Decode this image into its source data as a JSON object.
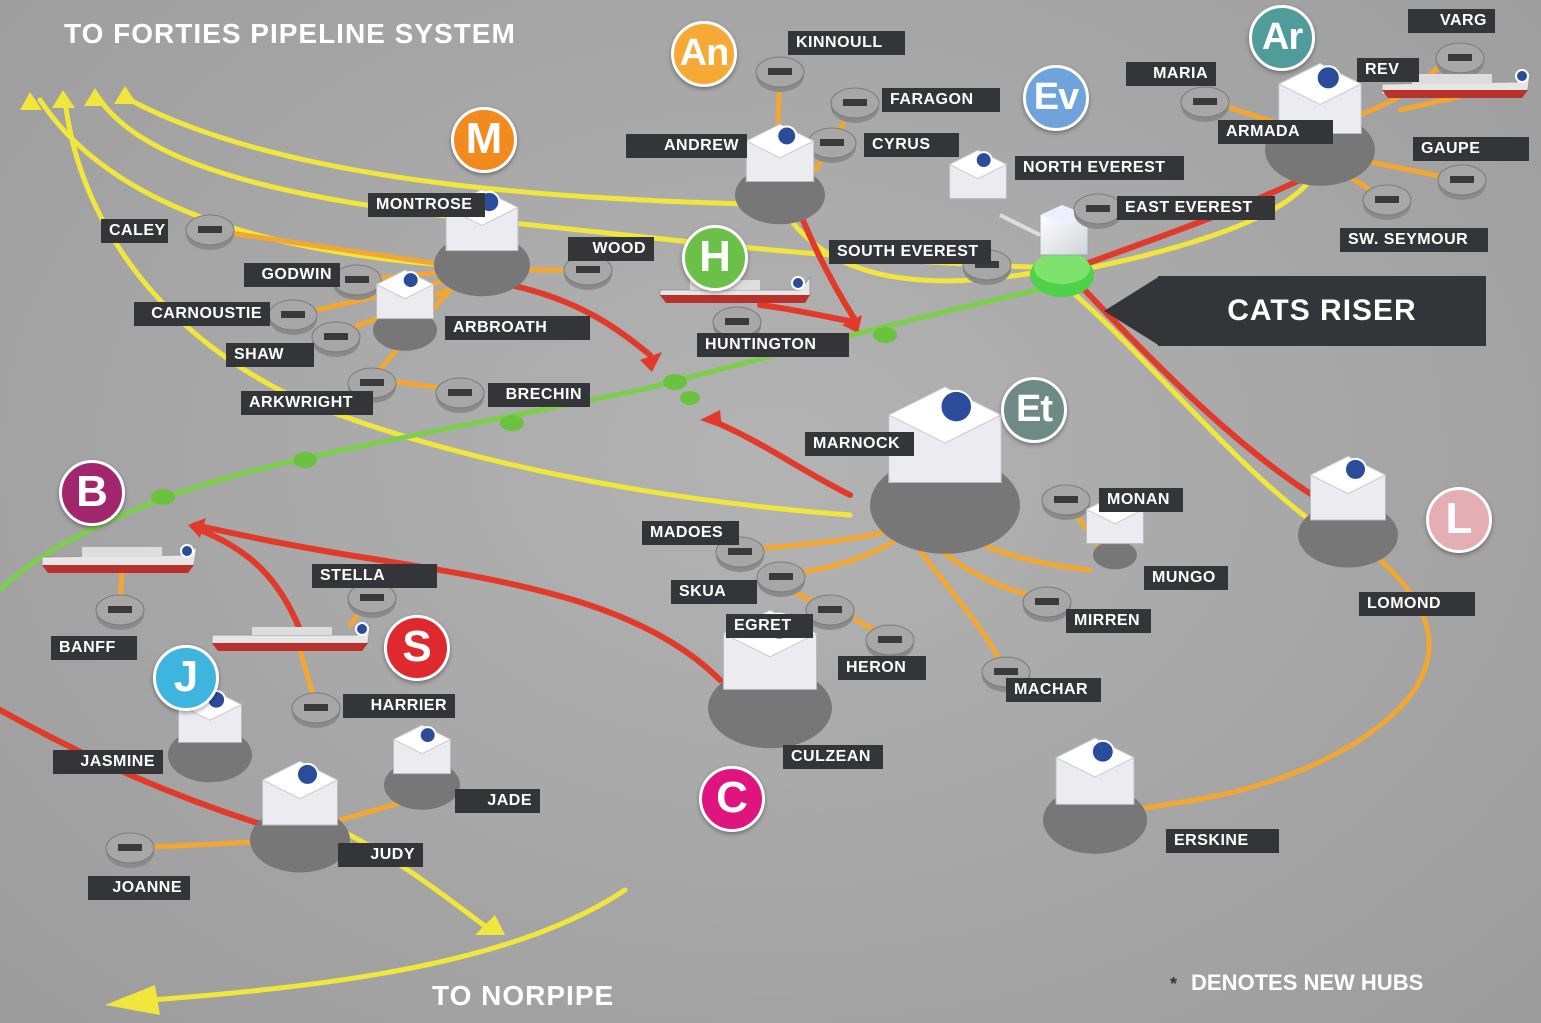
{
  "titles": {
    "forties": "TO FORTIES PIPELINE SYSTEM",
    "norpipe": "TO NORPIPE",
    "cats_riser": "CATS RISER",
    "new_hubs_star": "*",
    "new_hubs_note": "DENOTES NEW HUBS"
  },
  "colors": {
    "background": "#a9a9a9",
    "label_bg": "#333538",
    "yellow_line": "#f0e63c",
    "orange_line": "#f2a732",
    "red_line": "#e23a2a",
    "green_line": "#7ccf4a",
    "riser_green": "#4fd24a"
  },
  "badges": [
    {
      "id": "andrew",
      "text": "An",
      "color": "#f7a936",
      "icon": "andrew-hub-badge"
    },
    {
      "id": "montrose",
      "text": "M",
      "color": "#f28a1e",
      "icon": "montrose-hub-badge"
    },
    {
      "id": "everest",
      "text": "Ev",
      "color": "#6fa3dc",
      "icon": "everest-hub-badge"
    },
    {
      "id": "armada",
      "text": "Ar",
      "color": "#4f9c9b",
      "icon": "armada-hub-badge"
    },
    {
      "id": "huntington",
      "text": "H",
      "color": "#6bc048",
      "icon": "huntington-hub-badge"
    },
    {
      "id": "eastern-trough",
      "text": "Et",
      "color": "#6d8a85",
      "icon": "eastern-trough-hub-badge"
    },
    {
      "id": "banff",
      "text": "B",
      "color": "#a2266e",
      "icon": "banff-hub-badge"
    },
    {
      "id": "lomond",
      "text": "L",
      "color": "#e5aeb5",
      "icon": "lomond-hub-badge"
    },
    {
      "id": "judy",
      "text": "J",
      "color": "#3db5df",
      "icon": "judy-hub-badge"
    },
    {
      "id": "stella",
      "text": "S",
      "color": "#e0282f",
      "icon": "stella-hub-badge"
    },
    {
      "id": "culzean",
      "text": "C",
      "color": "#e0147e",
      "icon": "culzean-hub-badge"
    }
  ],
  "labels": [
    {
      "id": "kinnoull",
      "text": "KINNOULL"
    },
    {
      "id": "faragon",
      "text": "FARAGON"
    },
    {
      "id": "andrew",
      "text": "ANDREW"
    },
    {
      "id": "cyrus",
      "text": "CYRUS"
    },
    {
      "id": "maria",
      "text": "MARIA"
    },
    {
      "id": "varg",
      "text": "VARG"
    },
    {
      "id": "rev",
      "text": "REV"
    },
    {
      "id": "armada",
      "text": "ARMADA"
    },
    {
      "id": "gaupe",
      "text": "GAUPE"
    },
    {
      "id": "north-everest",
      "text": "NORTH EVEREST"
    },
    {
      "id": "east-everest",
      "text": "EAST EVEREST"
    },
    {
      "id": "sw-seymour",
      "text": "SW. SEYMOUR"
    },
    {
      "id": "south-everest",
      "text": "SOUTH EVEREST"
    },
    {
      "id": "montrose",
      "text": "MONTROSE"
    },
    {
      "id": "caley",
      "text": "CALEY"
    },
    {
      "id": "wood",
      "text": "WOOD"
    },
    {
      "id": "godwin",
      "text": "GODWIN"
    },
    {
      "id": "carnoustie",
      "text": "CARNOUSTIE"
    },
    {
      "id": "arbroath",
      "text": "ARBROATH"
    },
    {
      "id": "shaw",
      "text": "SHAW"
    },
    {
      "id": "huntington",
      "text": "HUNTINGTON"
    },
    {
      "id": "arkwright",
      "text": "ARKWRIGHT"
    },
    {
      "id": "brechin",
      "text": "BRECHIN"
    },
    {
      "id": "marnock",
      "text": "MARNOCK"
    },
    {
      "id": "monan",
      "text": "MONAN"
    },
    {
      "id": "madoes",
      "text": "MADOES"
    },
    {
      "id": "mungo",
      "text": "MUNGO"
    },
    {
      "id": "stella",
      "text": "STELLA"
    },
    {
      "id": "skua",
      "text": "SKUA"
    },
    {
      "id": "lomond",
      "text": "LOMOND"
    },
    {
      "id": "egret",
      "text": "EGRET"
    },
    {
      "id": "mirren",
      "text": "MIRREN"
    },
    {
      "id": "banff",
      "text": "BANFF"
    },
    {
      "id": "heron",
      "text": "HERON"
    },
    {
      "id": "machar",
      "text": "MACHAR"
    },
    {
      "id": "harrier",
      "text": "HARRIER"
    },
    {
      "id": "culzean",
      "text": "CULZEAN"
    },
    {
      "id": "jasmine",
      "text": "JASMINE"
    },
    {
      "id": "jade",
      "text": "JADE"
    },
    {
      "id": "erskine",
      "text": "ERSKINE"
    },
    {
      "id": "judy",
      "text": "JUDY"
    },
    {
      "id": "joanne",
      "text": "JOANNE"
    }
  ]
}
